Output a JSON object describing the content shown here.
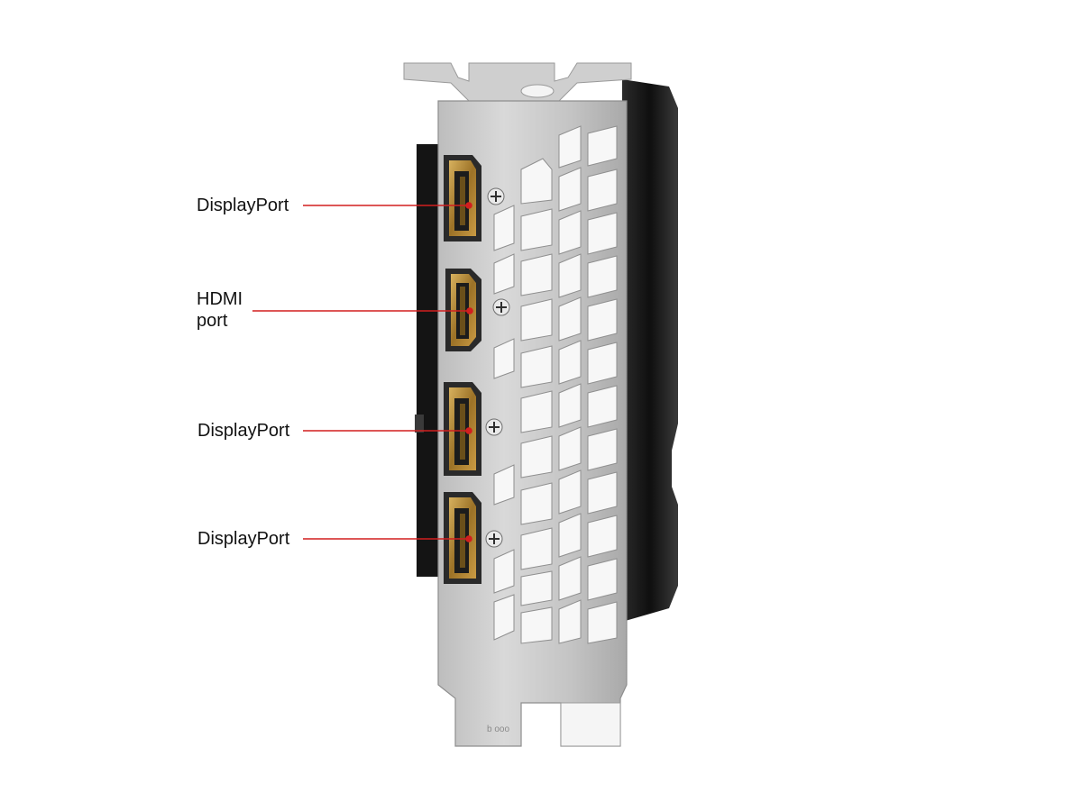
{
  "callouts": {
    "displayport_1": {
      "text": "DisplayPort"
    },
    "hdmi": {
      "line1": "HDMI",
      "line2": "port"
    },
    "displayport_2": {
      "text": "DisplayPort"
    },
    "displayport_3": {
      "text": "DisplayPort"
    }
  },
  "colors": {
    "leader_line": "#d21f1f",
    "bracket_metal": "#c8c8c8",
    "cooler_shroud": "#1a1a1a",
    "port_gold": "#b88a2e"
  },
  "icons": {
    "screw": "screw-icon",
    "vent": "hex-vent"
  }
}
